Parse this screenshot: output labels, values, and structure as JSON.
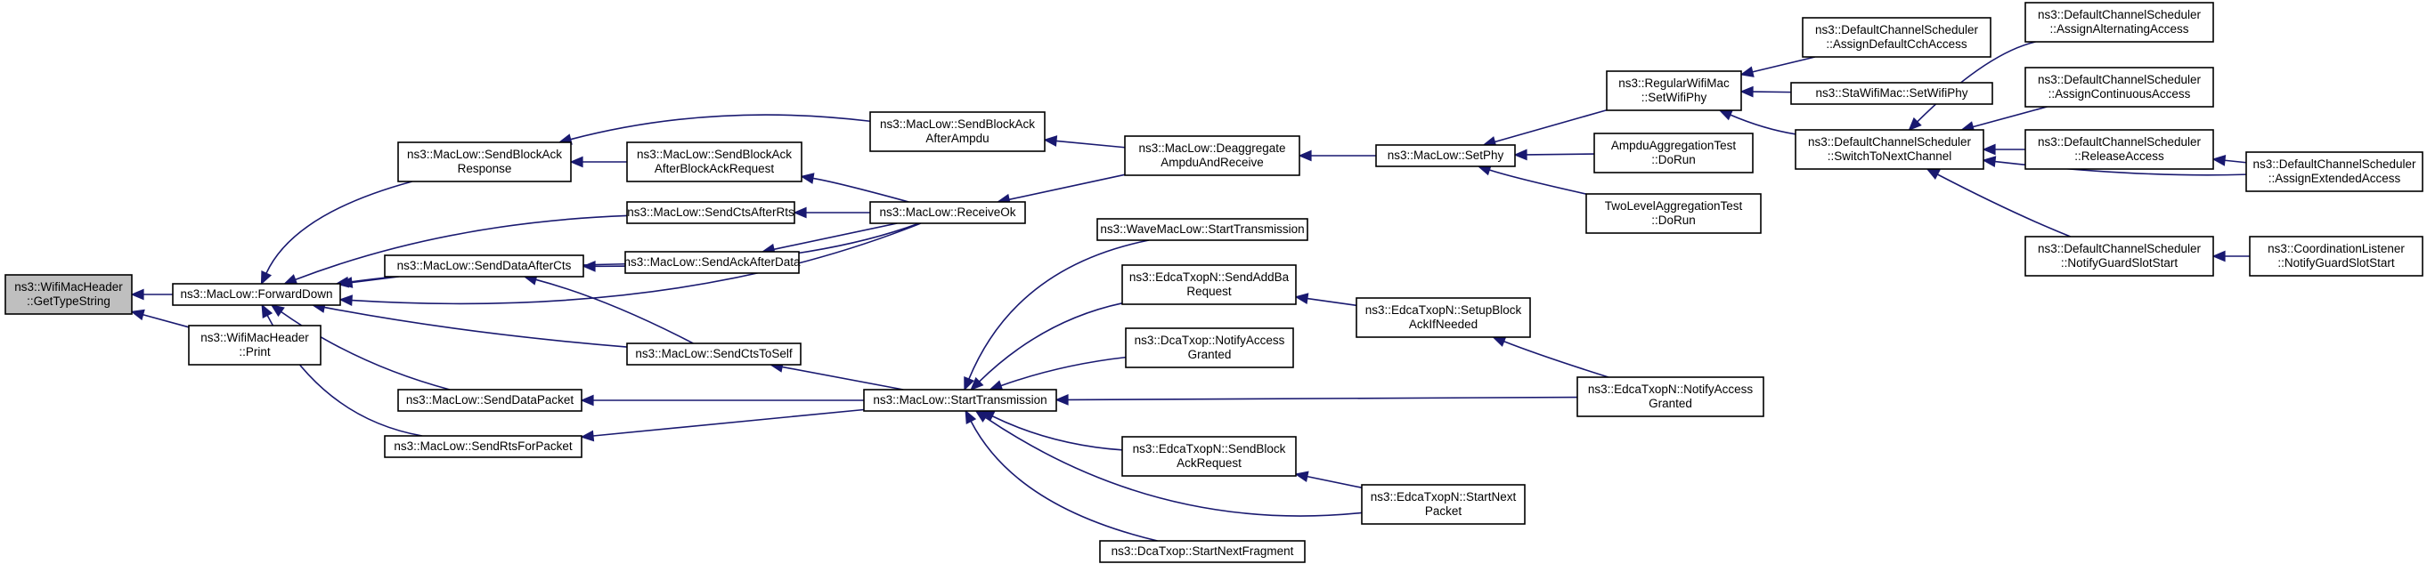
{
  "nodes": [
    {
      "id": "gettypestring",
      "lines": [
        "ns3::WifiMacHeader",
        "::GetTypeString"
      ],
      "root": true
    },
    {
      "id": "forwarddown",
      "lines": [
        "ns3::MacLow::ForwardDown"
      ]
    },
    {
      "id": "print",
      "lines": [
        "ns3::WifiMacHeader",
        "::Print"
      ]
    },
    {
      "id": "sendblockackresponse",
      "lines": [
        "ns3::MacLow::SendBlockAck",
        "Response"
      ]
    },
    {
      "id": "sendctsafterrts",
      "lines": [
        "ns3::MacLow::SendCtsAfterRts"
      ]
    },
    {
      "id": "sendackafterdata",
      "lines": [
        "ns3::MacLow::SendAckAfterData"
      ]
    },
    {
      "id": "senddataafterctsA",
      "lines": [
        "ns3::MacLow::SendDataAfterCts"
      ]
    },
    {
      "id": "sendctstoself",
      "lines": [
        "ns3::MacLow::SendCtsToSelf"
      ]
    },
    {
      "id": "senddatapacket",
      "lines": [
        "ns3::MacLow::SendDataPacket"
      ]
    },
    {
      "id": "sendrtsforpacket",
      "lines": [
        "ns3::MacLow::SendRtsForPacket"
      ]
    },
    {
      "id": "sendblockackafterbar",
      "lines": [
        "ns3::MacLow::SendBlockAck",
        "AfterBlockAckRequest"
      ]
    },
    {
      "id": "sendblockackafterampdu",
      "lines": [
        "ns3::MacLow::SendBlockAck",
        "AfterAmpdu"
      ]
    },
    {
      "id": "receiveok",
      "lines": [
        "ns3::MacLow::ReceiveOk"
      ]
    },
    {
      "id": "deaggregate",
      "lines": [
        "ns3::MacLow::Deaggregate",
        "AmpduAndReceive"
      ]
    },
    {
      "id": "setphy",
      "lines": [
        "ns3::MacLow::SetPhy"
      ]
    },
    {
      "id": "regularsetwifiphy",
      "lines": [
        "ns3::RegularWifiMac",
        "::SetWifiPhy"
      ]
    },
    {
      "id": "ampduaggtest",
      "lines": [
        "AmpduAggregationTest",
        "::DoRun"
      ]
    },
    {
      "id": "twolevelaggtest",
      "lines": [
        "TwoLevelAggregationTest",
        "::DoRun"
      ]
    },
    {
      "id": "assigndefaultcch",
      "lines": [
        "ns3::DefaultChannelScheduler",
        "::AssignDefaultCchAccess"
      ]
    },
    {
      "id": "stasetwifiphy",
      "lines": [
        "ns3::StaWifiMac::SetWifiPhy"
      ]
    },
    {
      "id": "switchtonextchannel",
      "lines": [
        "ns3::DefaultChannelScheduler",
        "::SwitchToNextChannel"
      ]
    },
    {
      "id": "assignalternating",
      "lines": [
        "ns3::DefaultChannelScheduler",
        "::AssignAlternatingAccess"
      ]
    },
    {
      "id": "assigncontinuous",
      "lines": [
        "ns3::DefaultChannelScheduler",
        "::AssignContinuousAccess"
      ]
    },
    {
      "id": "releaseaccess",
      "lines": [
        "ns3::DefaultChannelScheduler",
        "::ReleaseAccess"
      ]
    },
    {
      "id": "assignextended",
      "lines": [
        "ns3::DefaultChannelScheduler",
        "::AssignExtendedAccess"
      ]
    },
    {
      "id": "notifyguardslotstart",
      "lines": [
        "ns3::DefaultChannelScheduler",
        "::NotifyGuardSlotStart"
      ]
    },
    {
      "id": "coordnotifyguard",
      "lines": [
        "ns3::CoordinationListener",
        "::NotifyGuardSlotStart"
      ]
    },
    {
      "id": "starttransmission",
      "lines": [
        "ns3::MacLow::StartTransmission"
      ]
    },
    {
      "id": "wavestarttx",
      "lines": [
        "ns3::WaveMacLow::StartTransmission"
      ]
    },
    {
      "id": "edcasendaddba",
      "lines": [
        "ns3::EdcaTxopN::SendAddBa",
        "Request"
      ]
    },
    {
      "id": "dcanotifyaccess",
      "lines": [
        "ns3::DcaTxop::NotifyAccess",
        "Granted"
      ]
    },
    {
      "id": "edcasendblockackreq",
      "lines": [
        "ns3::EdcaTxopN::SendBlock",
        "AckRequest"
      ]
    },
    {
      "id": "dcastartnextfrag",
      "lines": [
        "ns3::DcaTxop::StartNextFragment"
      ]
    },
    {
      "id": "edcasetupblockack",
      "lines": [
        "ns3::EdcaTxopN::SetupBlock",
        "AckIfNeeded"
      ]
    },
    {
      "id": "edcanotifyaccess",
      "lines": [
        "ns3::EdcaTxopN::NotifyAccess",
        "Granted"
      ]
    },
    {
      "id": "edcastartnextpacket",
      "lines": [
        "ns3::EdcaTxopN::StartNext",
        "Packet"
      ]
    }
  ],
  "edges": [
    {
      "from": "forwarddown",
      "to": "gettypestring"
    },
    {
      "from": "print",
      "to": "gettypestring"
    },
    {
      "from": "sendblockackresponse",
      "to": "forwarddown"
    },
    {
      "from": "sendctsafterrts",
      "to": "forwarddown"
    },
    {
      "from": "sendackafterdata",
      "to": "forwarddown"
    },
    {
      "from": "senddataafterctsA",
      "to": "forwarddown"
    },
    {
      "from": "sendctstoself",
      "to": "forwarddown"
    },
    {
      "from": "senddatapacket",
      "to": "forwarddown"
    },
    {
      "from": "sendrtsforpacket",
      "to": "forwarddown"
    },
    {
      "from": "receiveok",
      "to": "forwarddown"
    },
    {
      "from": "sendblockackafterbar",
      "to": "sendblockackresponse"
    },
    {
      "from": "sendblockackafterampdu",
      "to": "sendblockackresponse"
    },
    {
      "from": "receiveok",
      "to": "sendblockackafterbar"
    },
    {
      "from": "deaggregate",
      "to": "sendblockackafterampdu"
    },
    {
      "from": "receiveok",
      "to": "sendctsafterrts"
    },
    {
      "from": "receiveok",
      "to": "sendackafterdata"
    },
    {
      "from": "receiveok",
      "to": "senddataafterctsA"
    },
    {
      "from": "sendctstoself",
      "to": "senddataafterctsA"
    },
    {
      "from": "starttransmission",
      "to": "sendctstoself"
    },
    {
      "from": "starttransmission",
      "to": "senddatapacket"
    },
    {
      "from": "starttransmission",
      "to": "sendrtsforpacket"
    },
    {
      "from": "deaggregate",
      "to": "receiveok"
    },
    {
      "from": "setphy",
      "to": "deaggregate"
    },
    {
      "from": "regularsetwifiphy",
      "to": "setphy"
    },
    {
      "from": "ampduaggtest",
      "to": "setphy"
    },
    {
      "from": "twolevelaggtest",
      "to": "setphy"
    },
    {
      "from": "assigndefaultcch",
      "to": "regularsetwifiphy"
    },
    {
      "from": "stasetwifiphy",
      "to": "regularsetwifiphy"
    },
    {
      "from": "switchtonextchannel",
      "to": "regularsetwifiphy"
    },
    {
      "from": "assignalternating",
      "to": "switchtonextchannel"
    },
    {
      "from": "assigncontinuous",
      "to": "switchtonextchannel"
    },
    {
      "from": "releaseaccess",
      "to": "switchtonextchannel"
    },
    {
      "from": "assignextended",
      "to": "switchtonextchannel"
    },
    {
      "from": "notifyguardslotstart",
      "to": "switchtonextchannel"
    },
    {
      "from": "assignextended",
      "to": "releaseaccess"
    },
    {
      "from": "coordnotifyguard",
      "to": "notifyguardslotstart"
    },
    {
      "from": "wavestarttx",
      "to": "starttransmission"
    },
    {
      "from": "edcasendaddba",
      "to": "starttransmission"
    },
    {
      "from": "dcanotifyaccess",
      "to": "starttransmission"
    },
    {
      "from": "edcasendblockackreq",
      "to": "starttransmission"
    },
    {
      "from": "dcastartnextfrag",
      "to": "starttransmission"
    },
    {
      "from": "edcanotifyaccess",
      "to": "starttransmission"
    },
    {
      "from": "edcastartnextpacket",
      "to": "starttransmission"
    },
    {
      "from": "edcasetupblockack",
      "to": "edcasendaddba"
    },
    {
      "from": "edcanotifyaccess",
      "to": "edcasetupblockack"
    },
    {
      "from": "edcastartnextpacket",
      "to": "edcasendblockackreq"
    }
  ]
}
